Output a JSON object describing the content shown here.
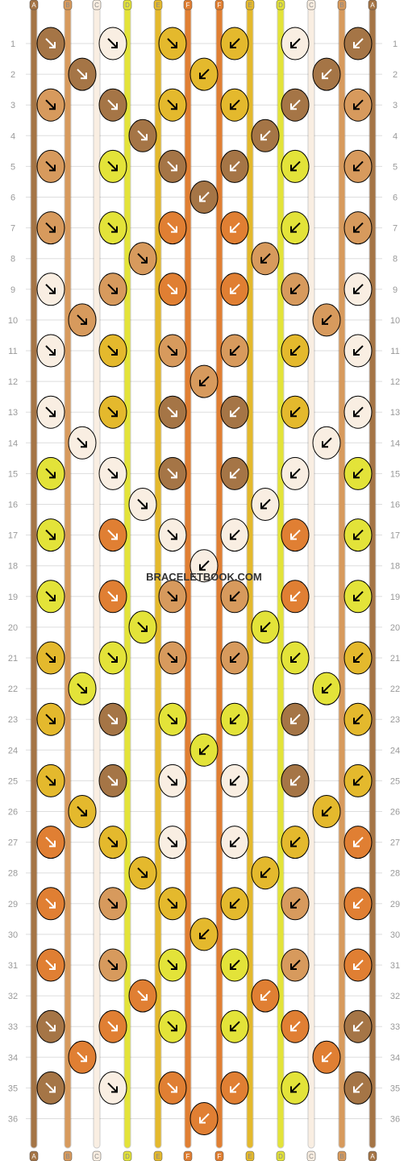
{
  "site_label": "BRACELETBOOK.COM",
  "colors": {
    "background": "#ffffff",
    "grid_line": "#dddddd",
    "row_number": "#999999",
    "knot_outline": "#000000"
  },
  "thread_letters": [
    "A",
    "B",
    "C",
    "D",
    "E",
    "F",
    "F",
    "E",
    "D",
    "C",
    "B",
    "A"
  ],
  "thread_colors": {
    "A": "#a57546",
    "B": "#d79a5d",
    "C": "#f9eee2",
    "D": "#e3e339",
    "E": "#e4b92d",
    "F": "#e07f33"
  },
  "row_numbers": [
    1,
    2,
    3,
    4,
    5,
    6,
    7,
    8,
    9,
    10,
    11,
    12,
    13,
    14,
    15,
    16,
    17,
    18,
    19,
    20,
    21,
    22,
    23,
    24,
    25,
    26,
    27,
    28,
    29,
    30,
    31,
    32,
    33,
    34,
    35,
    36
  ],
  "pattern_rows": [
    [
      "A",
      "C",
      "E",
      "E",
      "C",
      "A"
    ],
    [
      "A",
      "E",
      "A"
    ],
    [
      "B",
      "A",
      "E",
      "E",
      "A",
      "B"
    ],
    [
      "A",
      "A"
    ],
    [
      "B",
      "D",
      "A",
      "A",
      "D",
      "B"
    ],
    [
      "A"
    ],
    [
      "B",
      "D",
      "F",
      "F",
      "D",
      "B"
    ],
    [
      "B",
      "B"
    ],
    [
      "C",
      "B",
      "F",
      "F",
      "B",
      "C"
    ],
    [
      "B",
      "B"
    ],
    [
      "C",
      "E",
      "B",
      "B",
      "E",
      "C"
    ],
    [
      "B"
    ],
    [
      "C",
      "E",
      "A",
      "A",
      "E",
      "C"
    ],
    [
      "C",
      "C"
    ],
    [
      "D",
      "C",
      "A",
      "A",
      "C",
      "D"
    ],
    [
      "C",
      "C"
    ],
    [
      "D",
      "F",
      "C",
      "C",
      "F",
      "D"
    ],
    [
      "C"
    ],
    [
      "D",
      "F",
      "B",
      "B",
      "F",
      "D"
    ],
    [
      "D",
      "D"
    ],
    [
      "E",
      "D",
      "B",
      "B",
      "D",
      "E"
    ],
    [
      "D",
      "D"
    ],
    [
      "E",
      "A",
      "D",
      "D",
      "A",
      "E"
    ],
    [
      "D"
    ],
    [
      "E",
      "A",
      "C",
      "C",
      "A",
      "E"
    ],
    [
      "E",
      "E"
    ],
    [
      "F",
      "E",
      "C",
      "C",
      "E",
      "F"
    ],
    [
      "E",
      "E"
    ],
    [
      "F",
      "B",
      "E",
      "E",
      "B",
      "F"
    ],
    [
      "E"
    ],
    [
      "F",
      "B",
      "D",
      "D",
      "B",
      "F"
    ],
    [
      "F",
      "F"
    ],
    [
      "A",
      "F",
      "D",
      "D",
      "F",
      "A"
    ],
    [
      "F",
      "F"
    ],
    [
      "A",
      "C",
      "F",
      "F",
      "D",
      "A"
    ],
    [
      "F"
    ]
  ]
}
